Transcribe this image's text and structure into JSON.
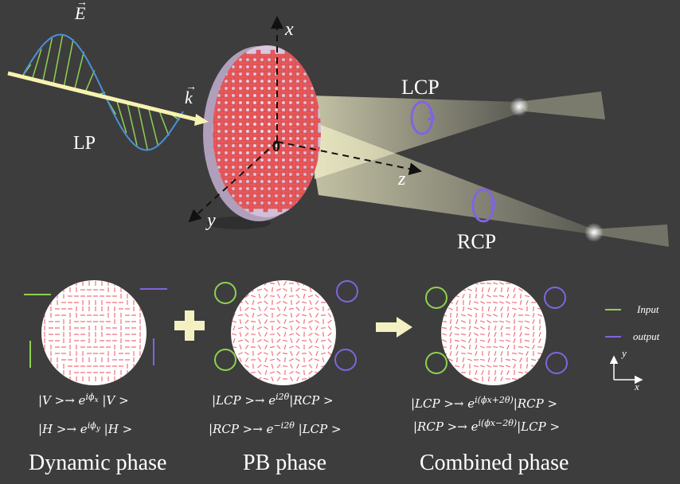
{
  "labels": {
    "E": "E",
    "k": "k",
    "LP": "LP",
    "x_axis": "x",
    "y_axis": "y",
    "z_axis": "z",
    "origin": "0",
    "LCP": "LCP",
    "RCP": "RCP"
  },
  "panels": [
    {
      "caption": "Dynamic phase",
      "eq1": "|V >→ e",
      "eq1_sup": "iϕ",
      "eq1_sub": "x",
      "eq1_end": " |V >",
      "eq2": "|H >→ e",
      "eq2_sup": "iϕ",
      "eq2_sub": "y",
      "eq2_end": " |H >"
    },
    {
      "caption": "PB phase",
      "eq1": "|LCP >→ e",
      "eq1_sup": "i2θ",
      "eq1_end": "|RCP >",
      "eq2": "|RCP >→ e",
      "eq2_sup": "−i2θ",
      "eq2_end": " |LCP >"
    },
    {
      "caption": "Combined phase",
      "eq1": "|LCP >→ e",
      "eq1_sup": "i(ϕx+2θ)",
      "eq1_end": "|RCP >",
      "eq2": "|RCP >→ e",
      "eq2_sup": "i(ϕx−2θ)",
      "eq2_end": "|LCP >"
    }
  ],
  "legend": {
    "input": "Input",
    "output": "output",
    "y": "y",
    "x": "x"
  },
  "colors": {
    "background": "#3d3d3d",
    "input": "#8fd14f",
    "output": "#8064e0",
    "wave": "#4a90d9",
    "beam": "#f2f0c8",
    "pillar": "#e8585a",
    "disk": "#e6d8ec",
    "plus": "#f3f1c2"
  }
}
